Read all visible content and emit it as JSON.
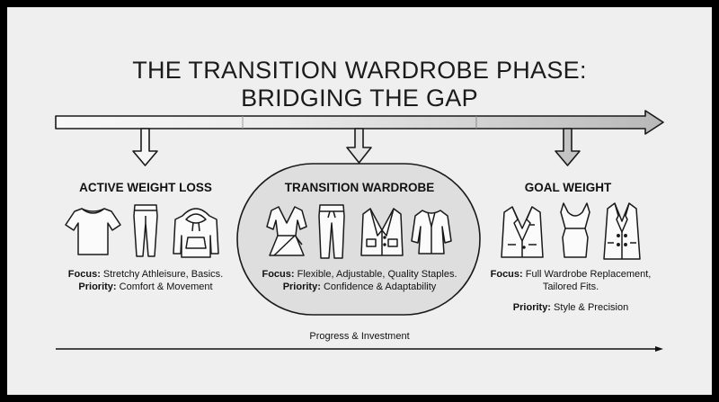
{
  "title": {
    "line1": "THE TRANSITION WARDROBE PHASE:",
    "line2": "BRIDGING THE GAP"
  },
  "stages": [
    {
      "title": "ACTIVE WEIGHT LOSS",
      "focus_label": "Focus:",
      "focus_text": "Stretchy Athleisure, Basics.",
      "priority_label": "Priority:",
      "priority_text": "Comfort & Movement",
      "items": [
        "t-shirt-icon",
        "leggings-icon",
        "hoodie-icon"
      ]
    },
    {
      "title": "TRANSITION WARDROBE",
      "focus_label": "Focus:",
      "focus_text": "Flexible, Adjustable, Quality Staples.",
      "priority_label": "Priority:",
      "priority_text": "Confidence & Adaptability",
      "items": [
        "wrap-dress-icon",
        "drawstring-pants-icon",
        "cardigan-icon",
        "tunic-blouse-icon"
      ]
    },
    {
      "title": "GOAL WEIGHT",
      "focus_label": "Focus:",
      "focus_text_line1": "Full Wardrobe Replacement,",
      "focus_text_line2": "Tailored Fits.",
      "priority_label": "Priority:",
      "priority_text": "Style & Precision",
      "items": [
        "blazer-icon",
        "sheath-dress-icon",
        "overcoat-icon"
      ]
    }
  ],
  "axis": {
    "label": "Progress & Investment"
  },
  "colors": {
    "background": "#efefef",
    "border": "#000000",
    "text": "#111111",
    "arrow_light": "#f7f7f7",
    "arrow_mid": "#dcdcdc",
    "arrow_dark": "#bdbdbd",
    "highlight_fill": "#dedede"
  }
}
